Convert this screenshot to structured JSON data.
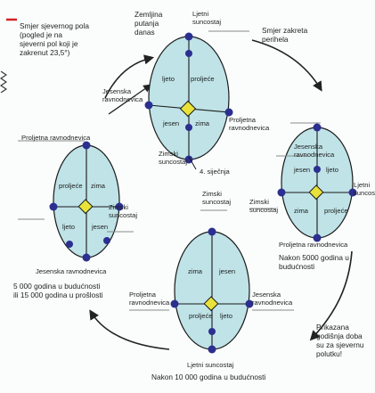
{
  "labels": {
    "axis_direction": "Smjer sjevernog pola\n(pogled je na\nsjeverni pol koji je\nzakrenut 23,5°)",
    "earth_orbit": "Zemljina\nputanja\ndanas",
    "perihelion_direction": "Smjer zakreta\nperihela",
    "shown_seasons": "Prikazana\ngodišnja doba\nsu za sjevernu\npolutku!"
  },
  "top_orbit": {
    "summer_solstice": "Ljetni\nsuncostaj",
    "march_equinox": "Jesenska\nravnodnevica",
    "september_equinox": "Proljetna\nravnodnevica",
    "winter_solstice": "Zimski\nsuncostaj",
    "fourth_january": "4. siječnja",
    "seasons": {
      "q1": "ljeto",
      "q2": "proljeće",
      "q3": "jesen",
      "q4": "zima"
    }
  },
  "left_orbit": {
    "spring_equinox": "Proljetna ravnodnevica",
    "winter_solstice": "Zimski\nsuncostaj",
    "autumn_equinox": "Jesenska ravnodnevica",
    "caption": "5 000 godina u budućnosti\nili 15 000 godina u prošlosti",
    "seasons": {
      "q1": "proljeće",
      "q2": "zima",
      "q3": "ljeto",
      "q4": "jesen"
    }
  },
  "right_orbit": {
    "autumn_equinox": "Jesenska\nravnodnevica",
    "summer_solstice": "Ljetni\nsuncostaj",
    "winter_solstice": "Zimski\nsuncostaj",
    "spring_equinox": "Proljetna ravnodnevica",
    "caption": "Nakon 5000 godina u\nbudućnosti",
    "seasons": {
      "q1": "jesen",
      "q2": "ljeto",
      "q3": "zima",
      "q4": "proljeće"
    }
  },
  "bottom_orbit": {
    "winter_solstice": "Zimski\nsuncostaj",
    "spring_equinox": "Proljetna\nravnodnevica",
    "autumn_equinox": "Jesenska\nravnodnevica",
    "summer_solstice": "Ljetni suncostaj",
    "caption": "Nakon 10 000 godina u budućnosti",
    "seasons": {
      "q1": "zima",
      "q2": "jesen",
      "q3": "proljeće",
      "q4": "ljeto"
    }
  },
  "colors": {
    "ellipse_fill": "#bfe3e7",
    "ellipse_stroke": "#1a1a1a",
    "earth_marker": "#2b2f8f",
    "sun_fill": "#e8e23a",
    "arrow": "#222222",
    "highlight": "#d32424"
  }
}
